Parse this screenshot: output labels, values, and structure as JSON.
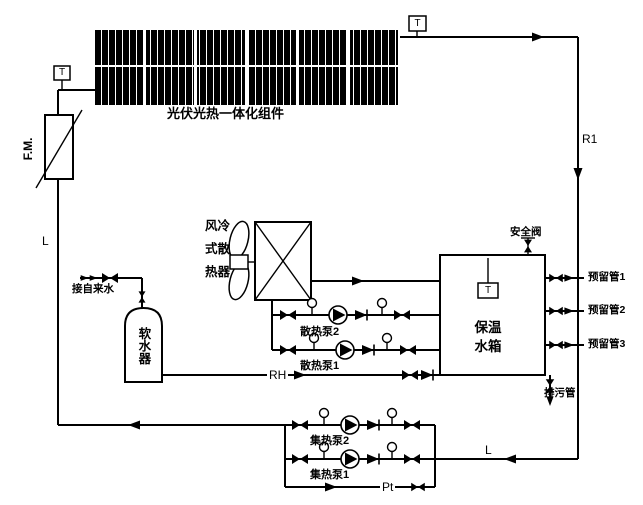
{
  "colors": {
    "line": "#000000",
    "background": "#ffffff",
    "panel_fill": "#000000"
  },
  "diagram": {
    "title": "光伏光热一体化组件",
    "sensors": {
      "t_collector_in": "T",
      "t_collector_out": "T",
      "t_tank": "T",
      "pt": "Pt"
    },
    "lines": {
      "l_left": "L",
      "l_bottom": "L",
      "r1": "R1",
      "rh": "RH"
    },
    "labels": {
      "flow_meter": "F.M.",
      "tap_water": "接自来水",
      "softener": "软水器",
      "radiator": "风冷式散热器",
      "tank": "保温水箱",
      "safety_valve": "安全阀",
      "reserved_pipe_1": "预留管1",
      "reserved_pipe_2": "预留管2",
      "reserved_pipe_3": "预留管3",
      "drain_pipe": "排污管",
      "heat_dissipation_pump_2": "散热泵2",
      "heat_dissipation_pump_1": "散热泵1",
      "heat_collection_pump_2": "集热泵2",
      "heat_collection_pump_1": "集热泵1"
    },
    "icons": {
      "valve": "bowtie-valve",
      "pump": "circle-with-triangle",
      "pressure_gauge": "lollipop-gauge",
      "check_valve": "triangle-with-bar",
      "flow_arrow": "solid-arrowhead",
      "fan": "two-blade-propeller",
      "temperature_sensor": "boxed-T"
    }
  }
}
